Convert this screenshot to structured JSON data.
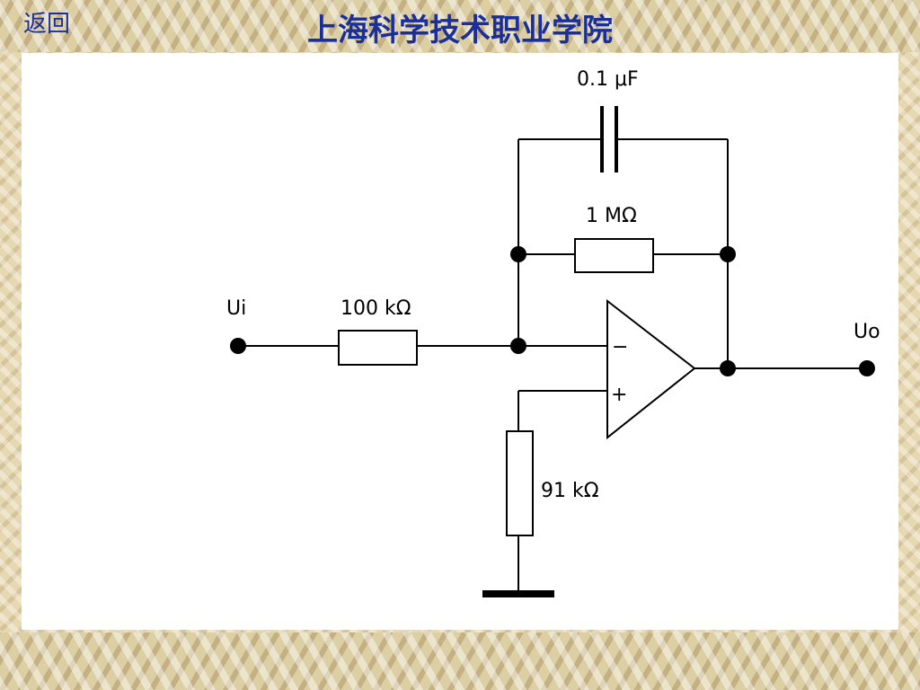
{
  "header": {
    "back_label": "返回",
    "title": "上海科学技术职业学院"
  },
  "circuit": {
    "input_label": "Ui",
    "output_label": "Uo",
    "input_resistor": "100 kΩ",
    "feedback_capacitor": "0.1 μF",
    "feedback_resistor": "1 MΩ",
    "ground_resistor": "91 kΩ",
    "inverting_sign": "−",
    "noninverting_sign": "+"
  }
}
